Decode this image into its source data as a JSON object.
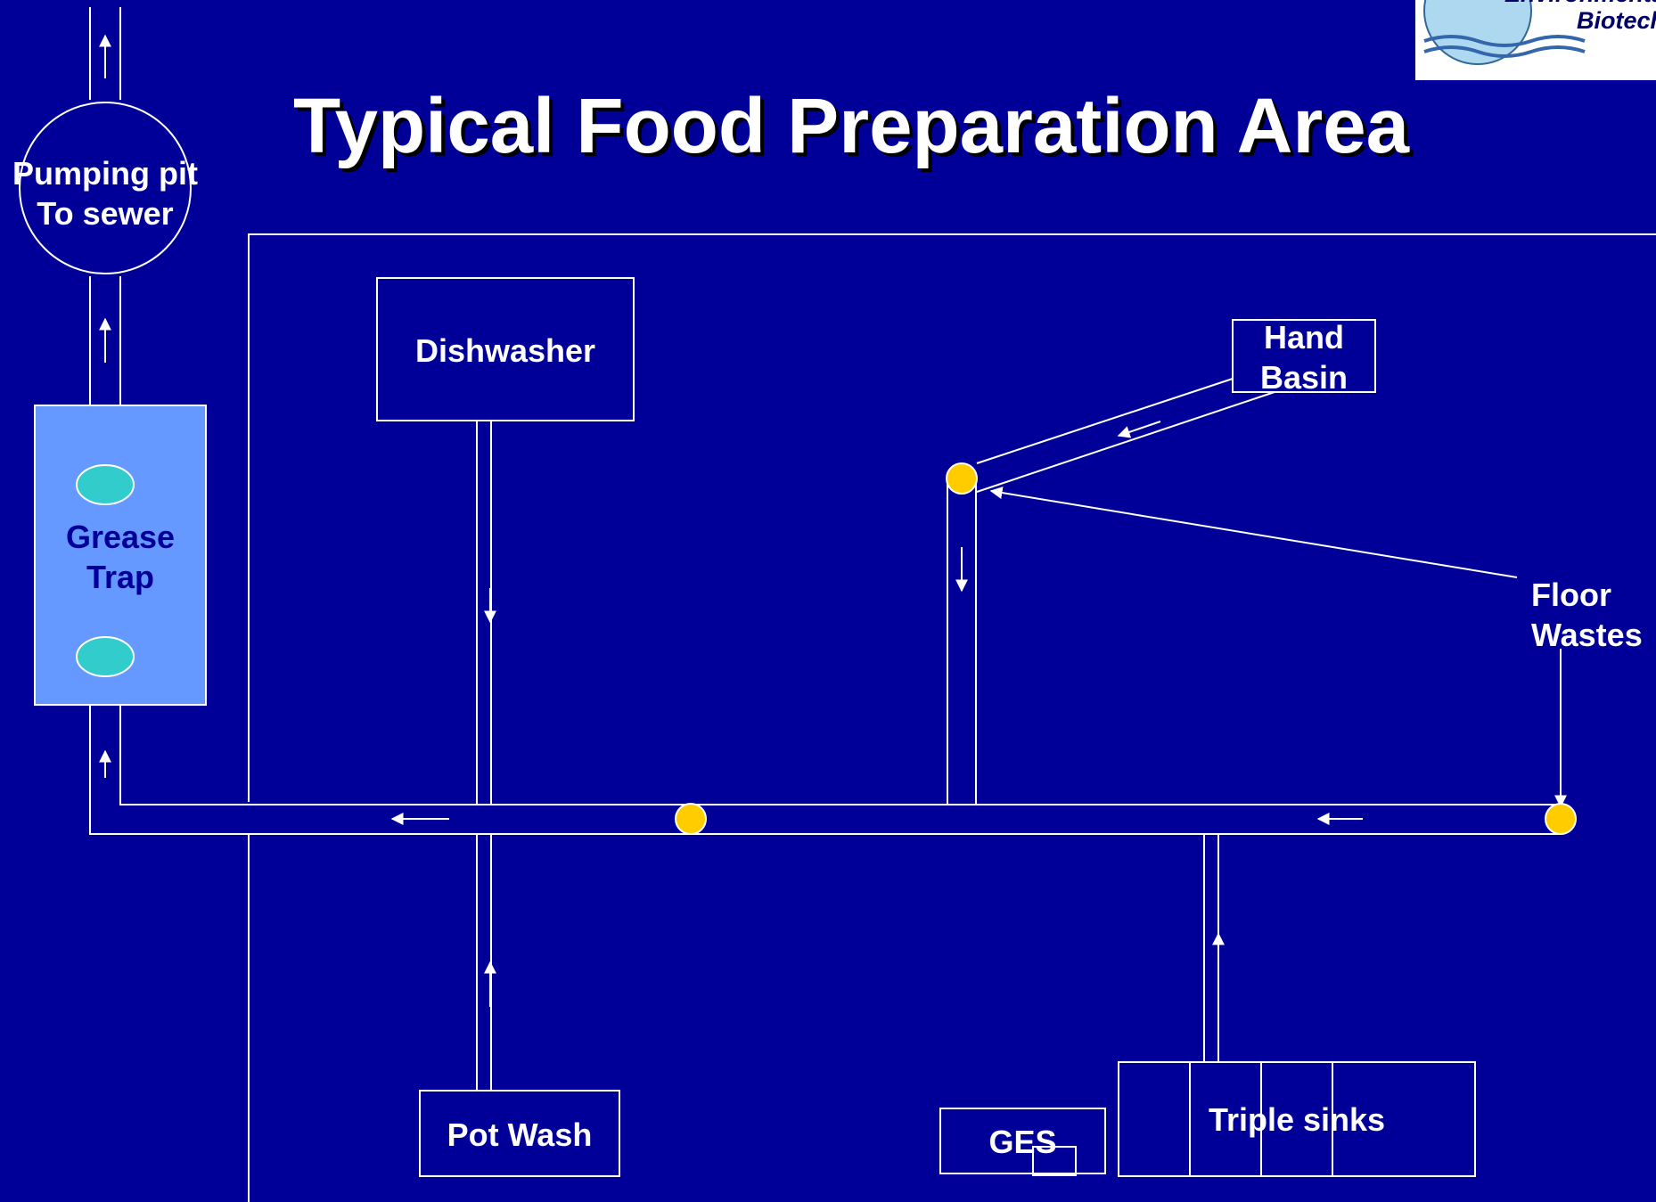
{
  "title": "Typical Food Preparation Area",
  "logo": {
    "line1": "Environmenta",
    "line2": "Biotech"
  },
  "labels": {
    "pumping_pit_line1": "Pumping pit",
    "pumping_pit_line2": "To sewer",
    "grease_trap_line1": "Grease",
    "grease_trap_line2": "Trap",
    "dishwasher": "Dishwasher",
    "hand_basin_line1": "Hand",
    "hand_basin_line2": "Basin",
    "floor_wastes_line1": "Floor",
    "floor_wastes_line2": "Wastes",
    "pot_wash": "Pot Wash",
    "ges": "GES",
    "triple_sinks": "Triple sinks"
  },
  "colors": {
    "background": "#000099",
    "line": "#ffffff",
    "grease_trap_fill": "#6699ff",
    "grease_trap_text": "#000099",
    "trap_port": "#33cccc",
    "floor_waste": "#ffcc00"
  }
}
